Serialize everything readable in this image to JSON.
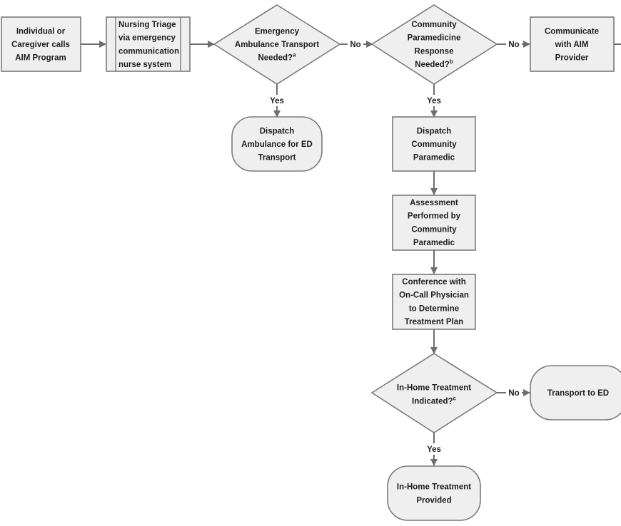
{
  "nodes": {
    "start": [
      "Individual or",
      "Caregiver calls",
      "AIM Program"
    ],
    "triage": [
      "Nursing Triage",
      "via emergency",
      "communication",
      "nurse system"
    ],
    "q_emergency": [
      "Emergency",
      "Ambulance Transport",
      "Needed?"
    ],
    "q_emergency_sup": "a",
    "q_cp": [
      "Community",
      "Paramedicine",
      "Response",
      "Needed?"
    ],
    "q_cp_sup": "b",
    "communicate": [
      "Communicate",
      "with AIM",
      "Provider"
    ],
    "dispatch_amb": [
      "Dispatch",
      "Ambulance for ED",
      "Transport"
    ],
    "dispatch_cp": [
      "Dispatch",
      "Community",
      "Paramedic"
    ],
    "assessment": [
      "Assessment",
      "Performed by",
      "Community",
      "Paramedic"
    ],
    "conference": [
      "Conference with",
      "On-Call Physician",
      "to Determine",
      "Treatment Plan"
    ],
    "q_inhome": [
      "In-Home Treatment",
      "Indicated?"
    ],
    "q_inhome_sup": "c",
    "transport_ed": [
      "Transport to ED"
    ],
    "inhome_provided": [
      "In-Home Treatment",
      "Provided"
    ]
  },
  "labels": {
    "no": "No",
    "yes": "Yes"
  }
}
